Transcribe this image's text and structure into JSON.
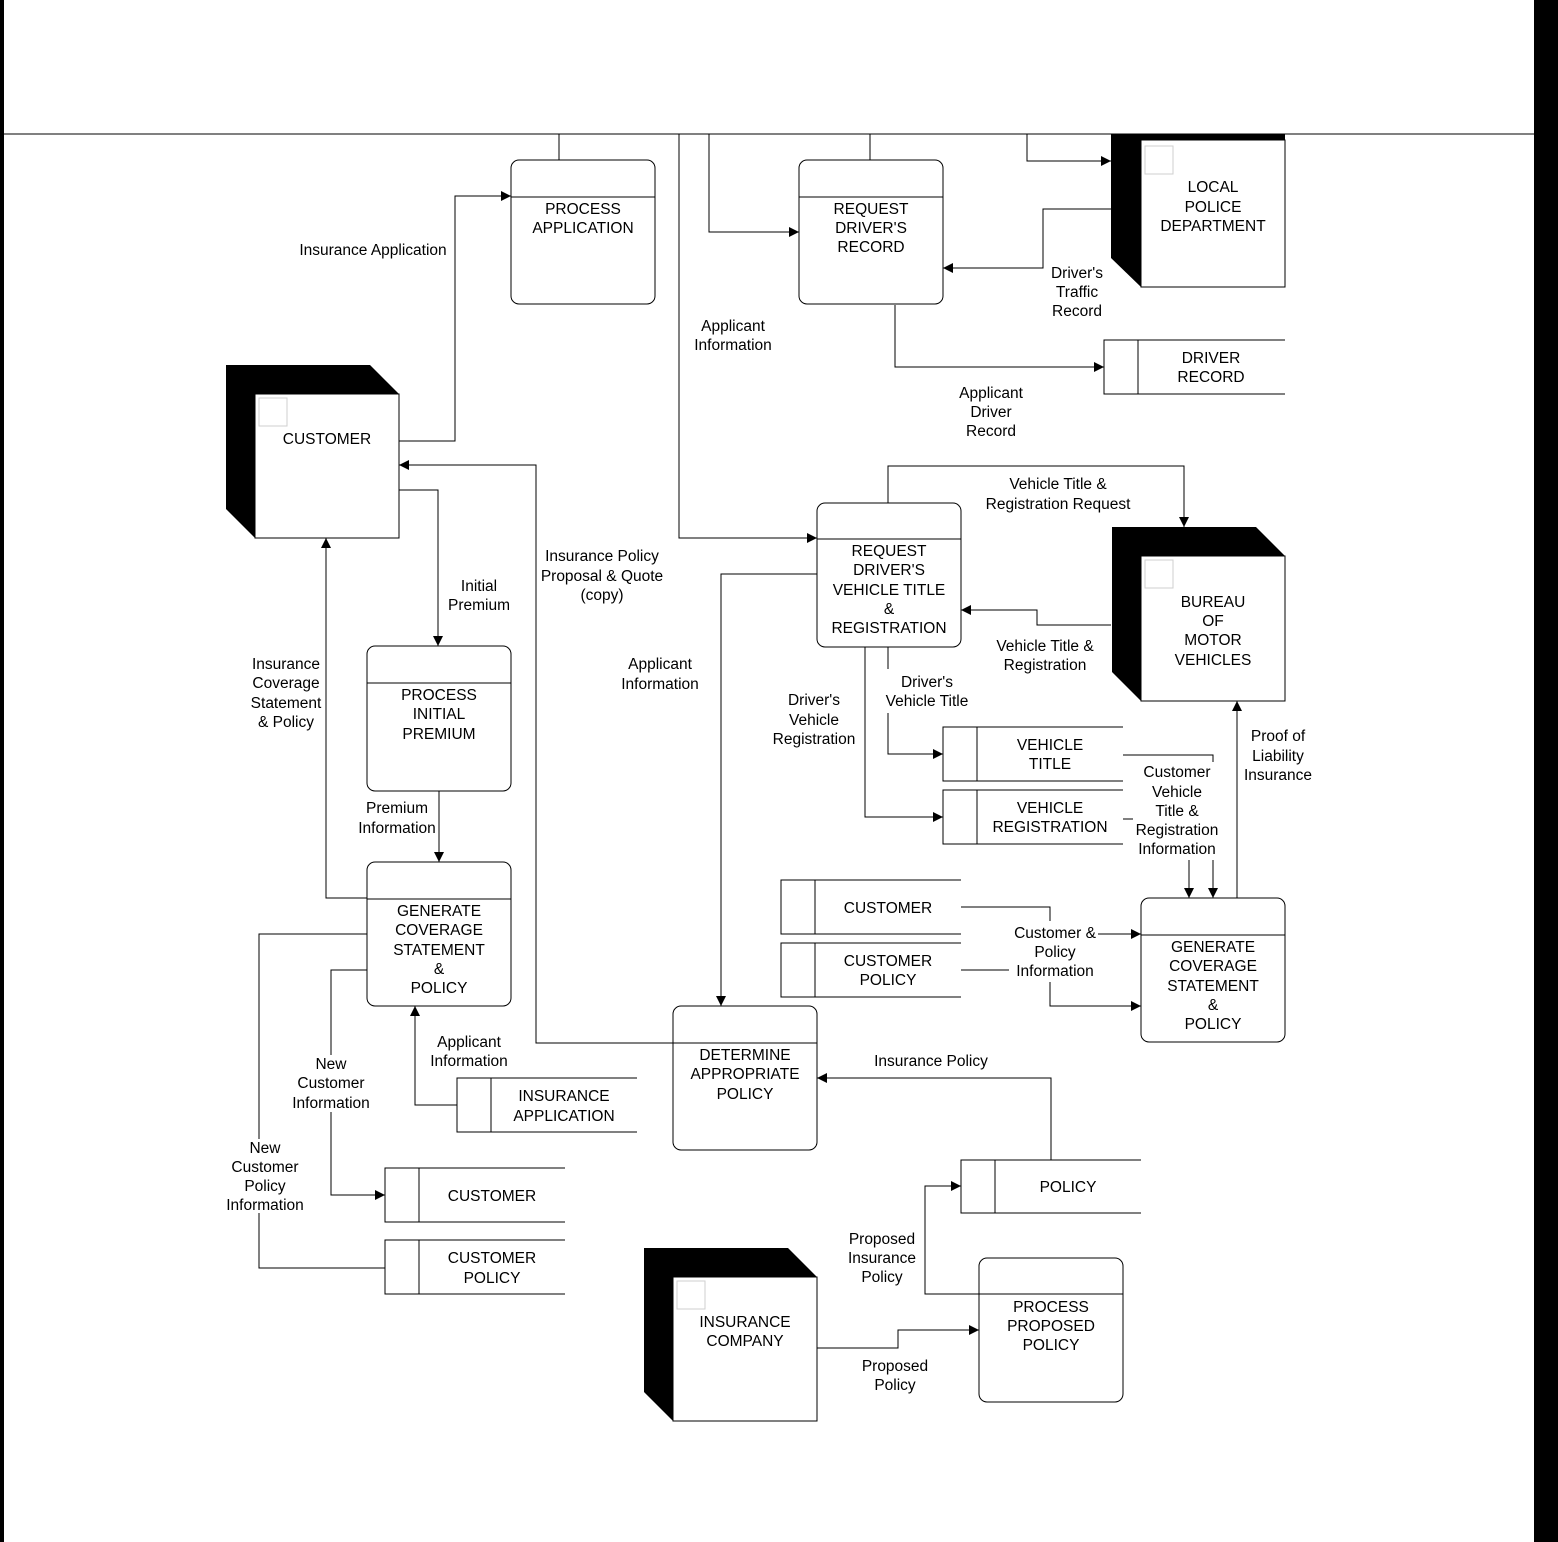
{
  "processes": {
    "process_application": [
      "PROCESS",
      "APPLICATION"
    ],
    "request_drivers_record": [
      "REQUEST",
      "DRIVER'S",
      "RECORD"
    ],
    "request_vehicle_title": [
      "REQUEST",
      "DRIVER'S",
      "VEHICLE TITLE",
      "&",
      "REGISTRATION"
    ],
    "process_initial_premium": [
      "PROCESS",
      "INITIAL",
      "PREMIUM"
    ],
    "generate_coverage_left": [
      "GENERATE",
      "COVERAGE",
      "STATEMENT",
      "&",
      "POLICY"
    ],
    "generate_coverage_right": [
      "GENERATE",
      "COVERAGE",
      "STATEMENT",
      "&",
      "POLICY"
    ],
    "determine_policy": [
      "DETERMINE",
      "APPROPRIATE",
      "POLICY"
    ],
    "process_proposed_policy": [
      "PROCESS",
      "PROPOSED",
      "POLICY"
    ]
  },
  "entities": {
    "local_police": [
      "LOCAL",
      "POLICE",
      "DEPARTMENT"
    ],
    "customer": [
      "CUSTOMER"
    ],
    "bmv": [
      "BUREAU",
      "OF",
      "MOTOR",
      "VEHICLES"
    ],
    "insurance_company": [
      "INSURANCE",
      "COMPANY"
    ]
  },
  "stores": {
    "driver_record": [
      "DRIVER",
      "RECORD"
    ],
    "vehicle_title": [
      "VEHICLE",
      "TITLE"
    ],
    "vehicle_registration": [
      "VEHICLE",
      "REGISTRATION"
    ],
    "customer_right": [
      "CUSTOMER"
    ],
    "customer_policy_right": [
      "CUSTOMER",
      "POLICY"
    ],
    "insurance_application": [
      "INSURANCE",
      "APPLICATION"
    ],
    "customer_left": [
      "CUSTOMER"
    ],
    "customer_policy_left": [
      "CUSTOMER",
      "POLICY"
    ],
    "policy": [
      "POLICY"
    ]
  },
  "flows": {
    "insurance_application": [
      "Insurance Application"
    ],
    "applicant_information_top": [
      "Applicant",
      "Information"
    ],
    "drivers_traffic_record": [
      "Driver's",
      "Traffic",
      "Record"
    ],
    "applicant_driver_record": [
      "Applicant",
      "Driver",
      "Record"
    ],
    "vehicle_title_reg_request": [
      "Vehicle Title &",
      "Registration Request"
    ],
    "vehicle_title_reg": [
      "Vehicle Title &",
      "Registration"
    ],
    "policy_proposal_quote": [
      "Insurance Policy",
      "Proposal & Quote",
      "(copy)"
    ],
    "initial_premium": [
      "Initial",
      "Premium"
    ],
    "applicant_information_mid": [
      "Applicant",
      "Information"
    ],
    "drivers_vehicle_title": [
      "Driver's",
      "Vehicle Title"
    ],
    "drivers_vehicle_registration": [
      "Driver's",
      "Vehicle",
      "Registration"
    ],
    "coverage_statement_policy": [
      "Insurance",
      "Coverage",
      "Statement",
      "& Policy"
    ],
    "premium_information": [
      "Premium",
      "Information"
    ],
    "customer_vehicle_info": [
      "Customer",
      "Vehicle",
      "Title &",
      "Registration",
      "Information"
    ],
    "proof_of_liability": [
      "Proof of",
      "Liability",
      "Insurance"
    ],
    "customer_policy_information": [
      "Customer &",
      "Policy",
      "Information"
    ],
    "applicant_information_low": [
      "Applicant",
      "Information"
    ],
    "insurance_policy": [
      "Insurance Policy"
    ],
    "new_customer_information": [
      "New",
      "Customer",
      "Information"
    ],
    "new_customer_policy_information": [
      "New",
      "Customer",
      "Policy",
      "Information"
    ],
    "proposed_insurance_policy": [
      "Proposed",
      "Insurance",
      "Policy"
    ],
    "proposed_policy": [
      "Proposed",
      "Policy"
    ]
  }
}
